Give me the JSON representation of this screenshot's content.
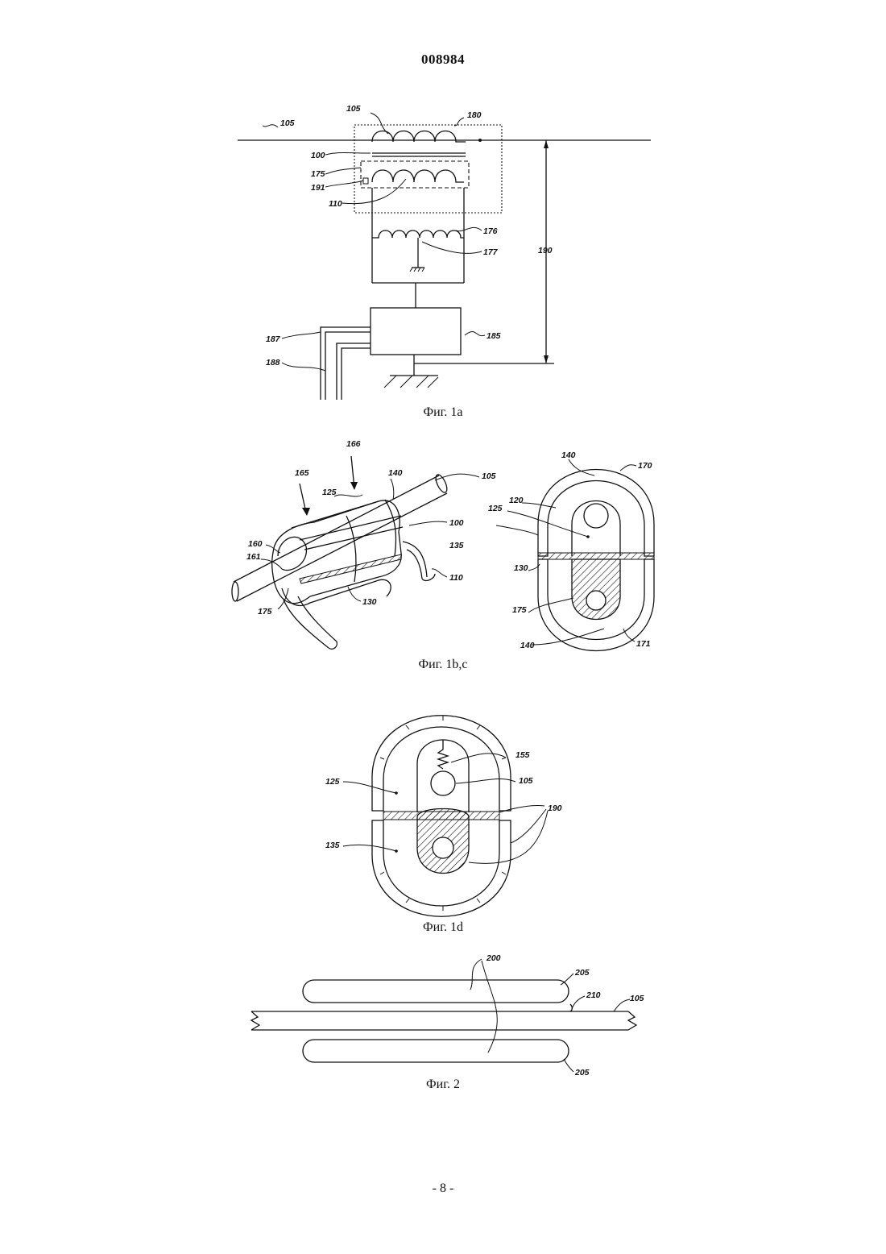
{
  "header": {
    "document_number": "008984"
  },
  "footer": {
    "page_number": "- 8 -"
  },
  "figures": {
    "fig1a": {
      "caption": "Фиг. 1а",
      "labels": [
        "105",
        "180",
        "100",
        "175",
        "191",
        "110",
        "176",
        "177",
        "190",
        "187",
        "188",
        "185"
      ]
    },
    "fig1bc": {
      "caption": "Фиг. 1b,c",
      "labels": [
        "166",
        "165",
        "125",
        "140",
        "105",
        "160",
        "161",
        "175",
        "130",
        "100",
        "135",
        "110",
        "140",
        "170",
        "120",
        "125",
        "130",
        "175",
        "140",
        "171"
      ]
    },
    "fig1d": {
      "caption": "Фиг. 1d",
      "labels": [
        "155",
        "105",
        "125",
        "190",
        "135"
      ]
    },
    "fig2": {
      "caption": "Фиг. 2",
      "labels": [
        "200",
        "205",
        "210",
        "105",
        "205"
      ]
    }
  }
}
